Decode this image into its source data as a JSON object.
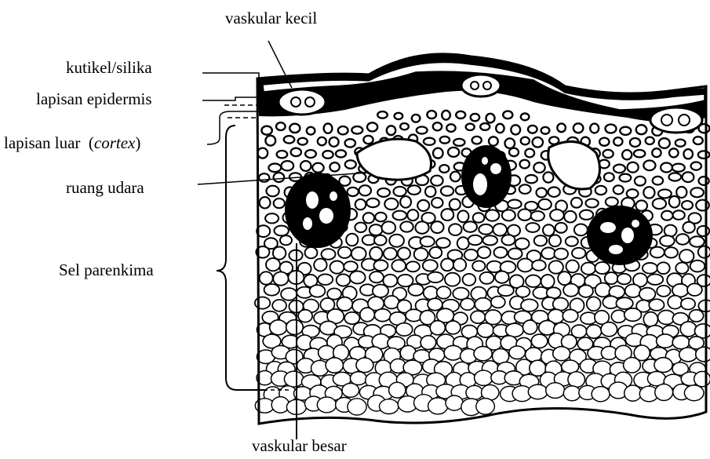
{
  "labels": {
    "vaskular_kecil": "vaskular kecil",
    "kutikel_silika": "kutikel/silika",
    "lapisan_epidermis": "lapisan epidermis",
    "lapisan_luar_prefix": "lapisan luar",
    "lapisan_luar_italic": "cortex",
    "ruang_udara": "ruang udara",
    "sel_parenkima": "Sel parenkima",
    "vaskular_besar": "vaskular besar"
  },
  "colors": {
    "ink": "#000000",
    "paper": "#ffffff"
  }
}
